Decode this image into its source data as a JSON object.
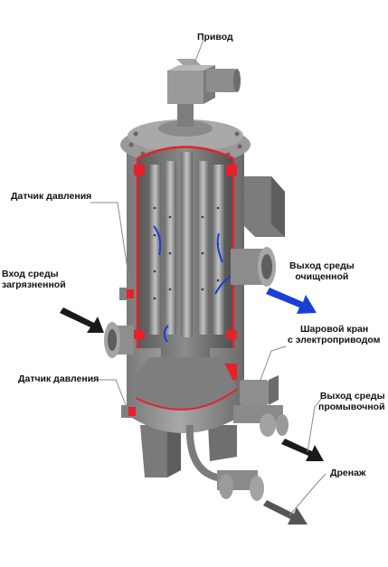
{
  "labels": {
    "drive": "Привод",
    "pressure_sensor_top": "Датчик давления",
    "inlet": {
      "line1": "Вход среды",
      "line2": "загрязненной"
    },
    "outlet_clean": {
      "line1": "Выход среды",
      "line2": "очищенной"
    },
    "ball_valve": {
      "line1": "Шаровой кран",
      "line2": "с электроприводом"
    },
    "pressure_sensor_bottom": "Датчик давления",
    "outlet_flush": {
      "line1": "Выход среды",
      "line2": "промывочной"
    },
    "drain": "Дренаж"
  },
  "colors": {
    "body": "#8f8f8f",
    "body_dark": "#6e6e6e",
    "body_light": "#b4b4b4",
    "cut_edge": "#e8202a",
    "arrow_dark": "#1a1a1a",
    "arrow_blue": "#1a3fd6",
    "arrow_gray": "#555555",
    "leader": "#8a8a8a"
  }
}
